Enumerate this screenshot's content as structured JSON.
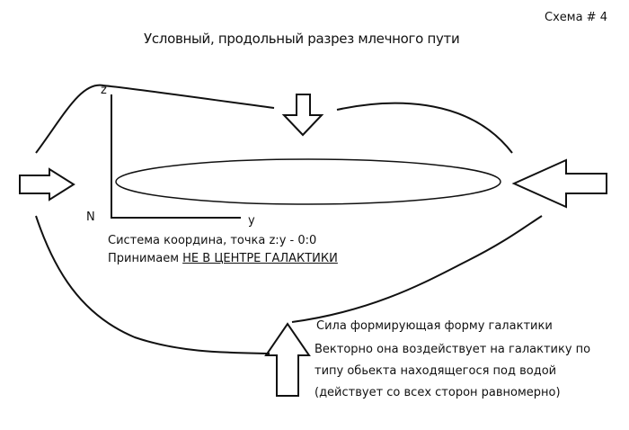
{
  "scheme_label": "Схема # 4",
  "title": "Условный, продольный разрез млечного пути",
  "axes": {
    "z": "z",
    "y": "y",
    "n": "N"
  },
  "coord_text": "Система координа, точка z:y - 0:0",
  "accept_prefix": "Принимаем ",
  "accept_emph": "НЕ В ЦЕНТРЕ ГАЛАКТИКИ",
  "force_title": "Сила формирующая форму галактики",
  "force_desc": [
    "Векторно она воздействует на галактику по",
    "типу обьекта находящегося под водой",
    "(действует со всех сторон равномерно)"
  ]
}
